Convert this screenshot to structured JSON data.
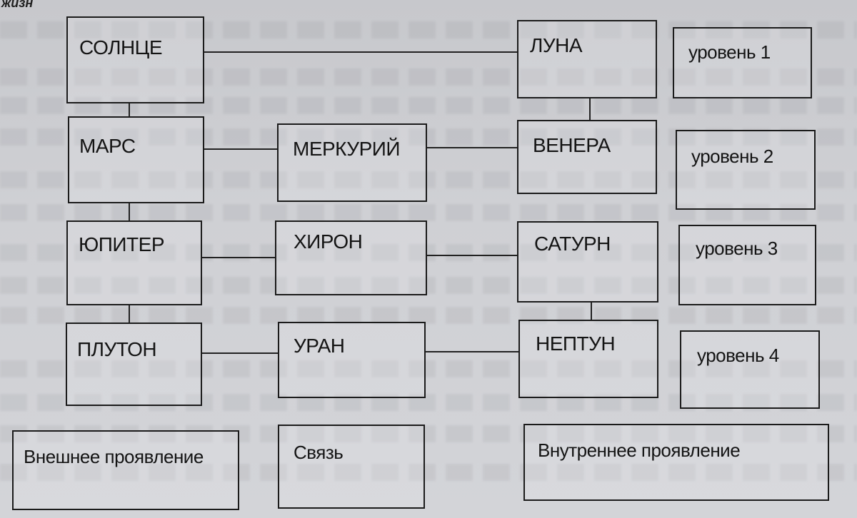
{
  "corner_fragment": "жизн",
  "nodes": {
    "sun": "СОЛНЦЕ",
    "moon": "ЛУНА",
    "mars": "МАРС",
    "mercury": "МЕРКУРИЙ",
    "venus": "ВЕНЕРА",
    "jupiter": "ЮПИТЕР",
    "chiron": "ХИРОН",
    "saturn": "САТУРН",
    "pluto": "ПЛУТОН",
    "uranus": "УРАН",
    "neptune": "НЕПТУН"
  },
  "levels": [
    "уровень 1",
    "уровень 2",
    "уровень 3",
    "уровень 4"
  ],
  "legend": {
    "outer": "Внешнее проявление",
    "link": "Связь",
    "inner": "Внутреннее проявление"
  }
}
